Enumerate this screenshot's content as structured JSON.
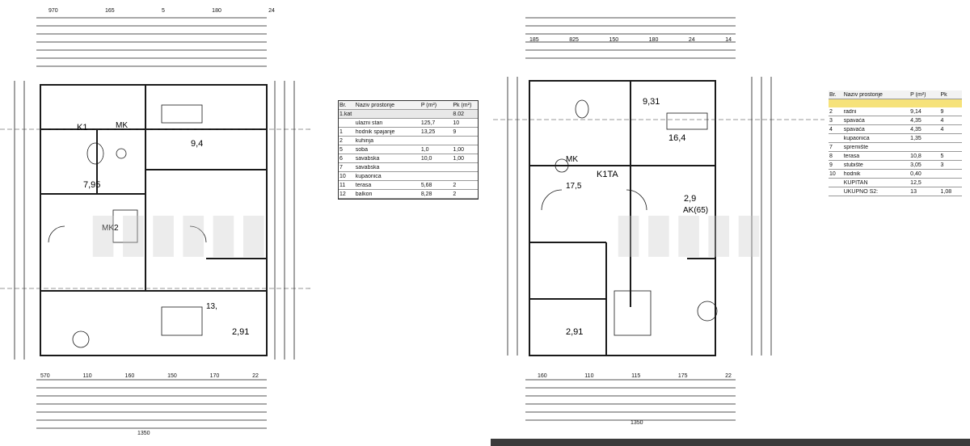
{
  "left_plan": {
    "top_dims": [
      "970",
      "165",
      "5",
      "180",
      "24"
    ],
    "rooms": [
      {
        "label": "K1"
      },
      {
        "label": "MK"
      },
      {
        "label": "MK2"
      },
      {
        "label": "7,95"
      },
      {
        "label": "9,4"
      },
      {
        "label": "13,"
      },
      {
        "label": "2,91"
      }
    ],
    "bottom_dims": [
      "570",
      "110",
      "160",
      "150",
      "170",
      "22",
      "1350"
    ]
  },
  "left_table": {
    "header": [
      "Br.",
      "Naziv prostorije",
      "P (m²)",
      "Pk (m²)"
    ],
    "total": [
      "1.kat",
      "",
      "",
      "8.02"
    ],
    "rows": [
      [
        "",
        "ulazni stan",
        "125,7",
        "10"
      ],
      [
        "1",
        "hodnik spajanje",
        "13,25",
        "9"
      ],
      [
        "2",
        "kuhinja",
        "",
        ""
      ],
      [
        "5",
        "soba",
        "1,0",
        "1,00"
      ],
      [
        "6",
        "savabska",
        "10,0",
        "1,00"
      ],
      [
        "7",
        "savabska",
        "",
        ""
      ],
      [
        "10",
        "kupaonica",
        "",
        ""
      ],
      [
        "11",
        "terasa",
        "5,68",
        "2"
      ],
      [
        "12",
        "balkon",
        "8,28",
        "2"
      ]
    ]
  },
  "right_plan": {
    "top_dims": [
      "185",
      "825",
      "150",
      "180",
      "24",
      "14"
    ],
    "rooms": [
      {
        "label": "9,31"
      },
      {
        "label": "16,4"
      },
      {
        "label": "MK"
      },
      {
        "label": "K1TA"
      },
      {
        "label": "2,9"
      },
      {
        "label": "AK(65)"
      },
      {
        "label": "2,91"
      },
      {
        "label": "17,5"
      }
    ],
    "bottom_dims": [
      "160",
      "110",
      "115",
      "175",
      "22",
      "1350"
    ]
  },
  "right_table": {
    "header": [
      "Br.",
      "Naziv prostorije",
      "P (m²)",
      "Pk"
    ],
    "rows": [
      [
        "2",
        "radni",
        "9,14",
        "9"
      ],
      [
        "3",
        "spavaća",
        "4,35",
        "4"
      ],
      [
        "4",
        "spavaća",
        "4,35",
        "4"
      ],
      [
        "",
        "kupaonica",
        "1,35",
        ""
      ],
      [
        "7",
        "spremište",
        "",
        ""
      ],
      [
        "8",
        "terasa",
        "10,8",
        "5"
      ],
      [
        "9",
        "stubište",
        "3,05",
        "3"
      ],
      [
        "10",
        "hodnik",
        "0,40",
        ""
      ],
      [
        "",
        "KUPITAN",
        "12,5",
        ""
      ],
      [
        "",
        "UKUPNO S2:",
        "13",
        "1,08"
      ]
    ]
  },
  "colors": {
    "line": "#1a1a1a",
    "highlight": "#f6e27a",
    "bar": "#3b3b3b"
  }
}
